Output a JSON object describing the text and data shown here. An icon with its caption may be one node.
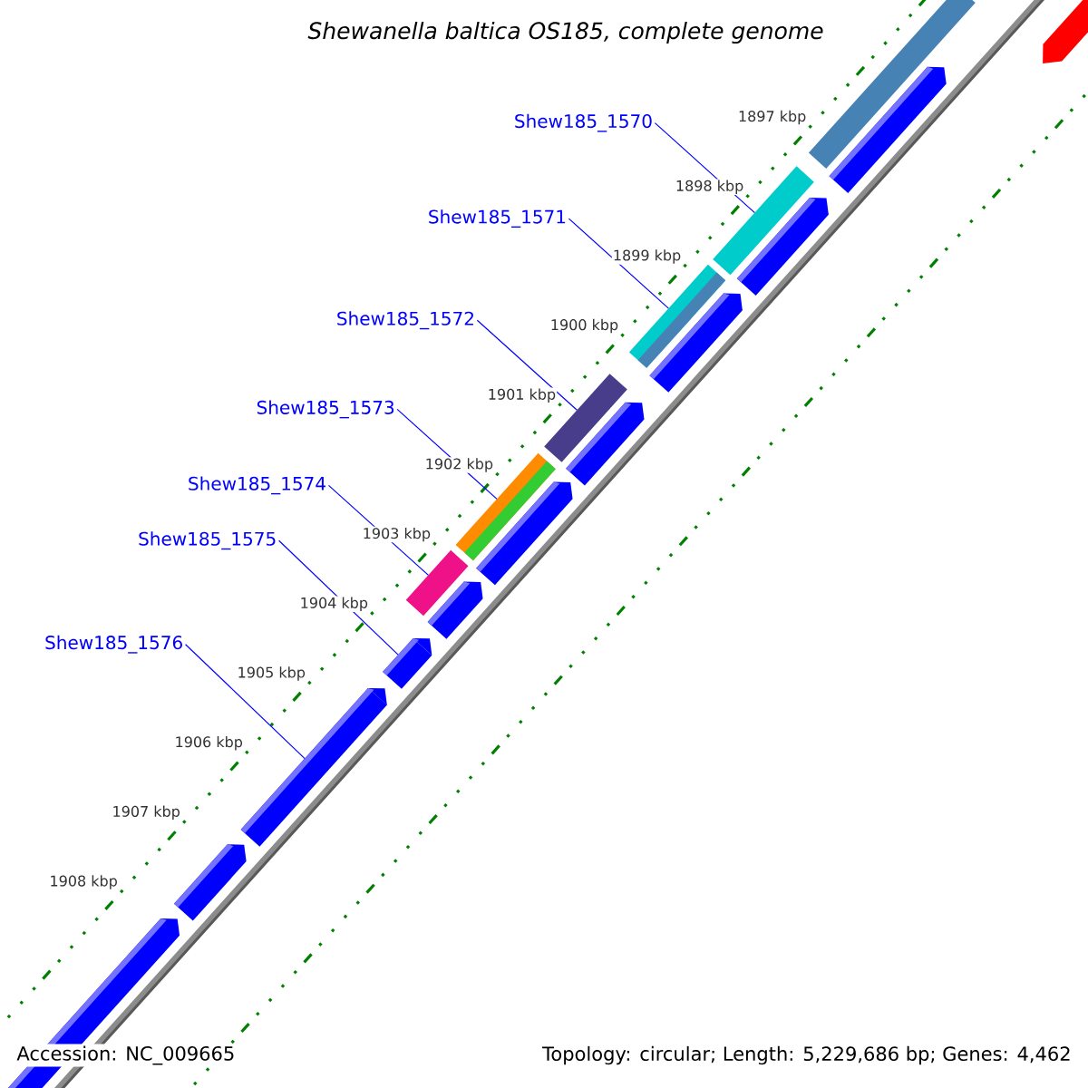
{
  "diagram": {
    "title": "Shewanella baltica OS185, complete genome",
    "nodes": [
      {
        "text": [
          "Shew185_1570"
        ]
      },
      {
        "text": [
          "Shew185_1571"
        ]
      },
      {
        "text": [
          "Shew185_1572"
        ]
      },
      {
        "text": [
          "Shew185_1573"
        ]
      },
      {
        "text": [
          "Shew185_1574"
        ]
      },
      {
        "text": [
          "Shew185_1575"
        ]
      },
      {
        "text": [
          "Shew185_1576"
        ]
      },
      {
        "text": [],
        "shape": "bar"
      },
      {
        "text": [],
        "shape": "bar"
      },
      {
        "text": [],
        "shape": "bar"
      },
      {
        "text": [],
        "shape": "bar"
      },
      {
        "text": [],
        "shape": "bar"
      },
      {
        "text": [],
        "shape": "arrow"
      },
      {
        "text": [],
        "shape": "arrow"
      }
    ],
    "edges": [
      {
        "from": 0,
        "to": 7,
        "arrow": "none"
      },
      {
        "from": 1,
        "to": 8,
        "arrow": "none"
      },
      {
        "from": 2,
        "to": 9,
        "arrow": "none"
      },
      {
        "from": 3,
        "to": 10,
        "arrow": "none"
      },
      {
        "from": 4,
        "to": 11,
        "arrow": "none"
      },
      {
        "from": 5,
        "to": 12,
        "arrow": "none"
      },
      {
        "from": 6,
        "to": 13,
        "arrow": "none"
      }
    ],
    "labels": [
      "1897 kbp",
      "1898 kbp",
      "1899 kbp",
      "1900 kbp",
      "1901 kbp",
      "1902 kbp",
      "1903 kbp",
      "1904 kbp",
      "1905 kbp",
      "1906 kbp",
      "1907 kbp",
      "1908 kbp",
      "Accession: NC_009665",
      "Topology: circular; Length: 5,229,686 bp; Genes: 4,462"
    ]
  }
}
